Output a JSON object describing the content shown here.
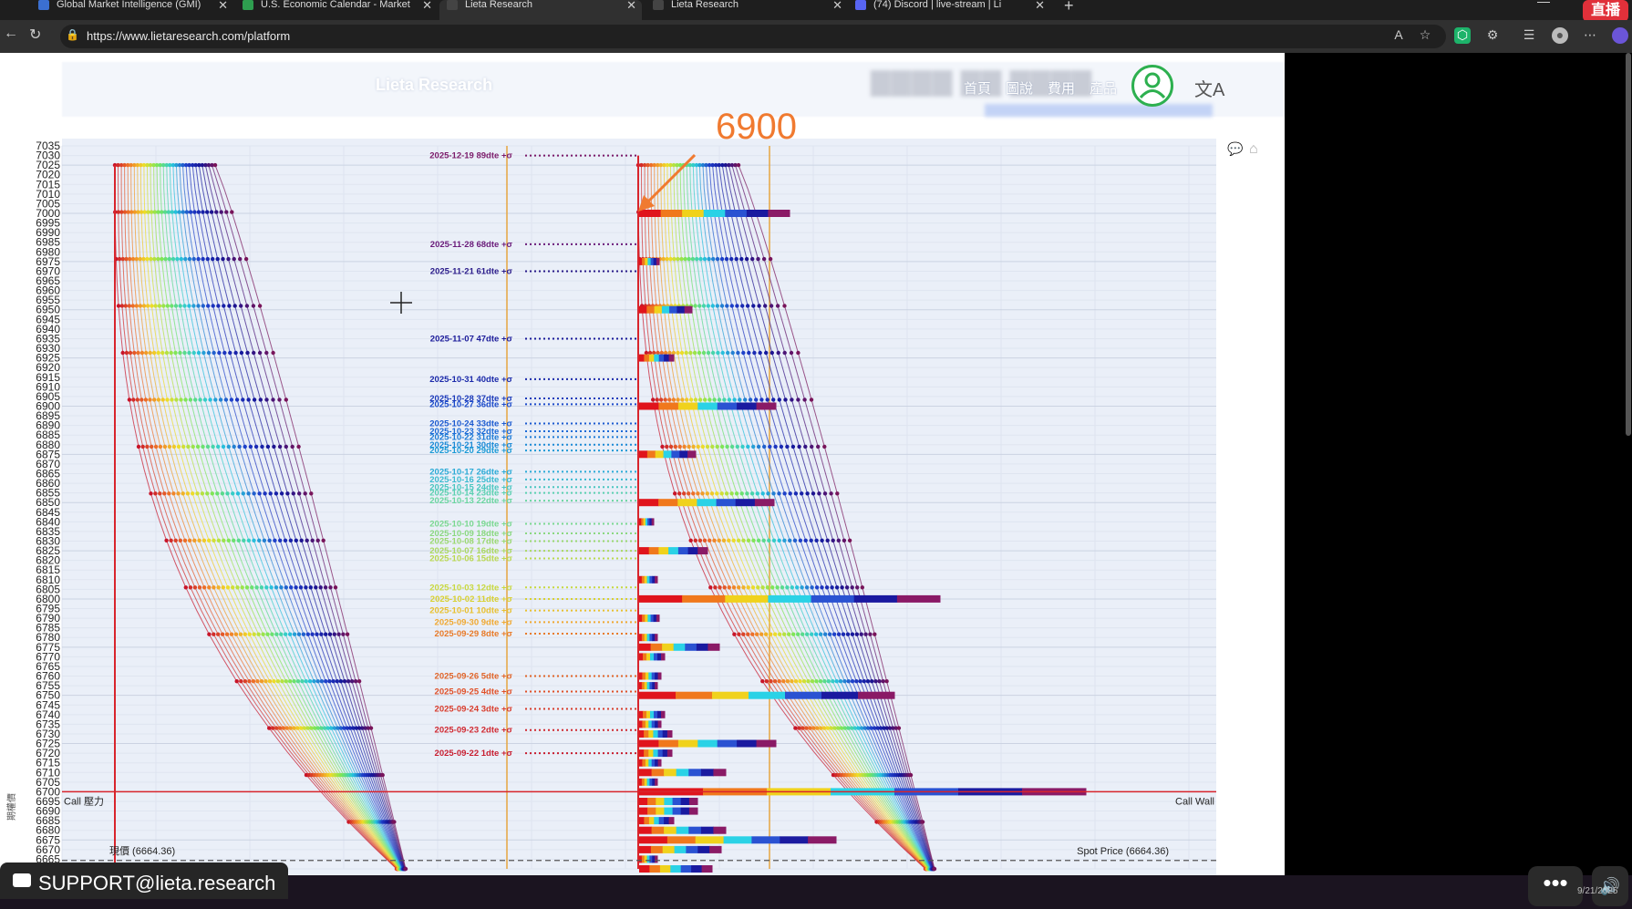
{
  "browser": {
    "tabs": [
      {
        "title": "Global Market Intelligence (GMI)",
        "active": false,
        "favicon": "#3b6fd1"
      },
      {
        "title": "U.S. Economic Calendar - Market",
        "active": false,
        "favicon": "#2e9e4f"
      },
      {
        "title": "Lieta Research",
        "active": true,
        "favicon": "#444"
      },
      {
        "title": "Lieta Research",
        "active": false,
        "favicon": "#444"
      },
      {
        "title": "(74) Discord | live-stream | Li",
        "active": false,
        "favicon": "#5865f2"
      }
    ],
    "url": "https://www.lietaresearch.com/platform",
    "live_badge": "直播"
  },
  "site": {
    "logo": "Lieta Research",
    "nav": [
      "首頁",
      "圖說",
      "費用",
      "產品"
    ],
    "translate_icon": "文A"
  },
  "chart_data": {
    "type": "line",
    "y_axis": {
      "min": 6660,
      "max": 7035,
      "step": 5
    },
    "labels": {
      "annotation_big": "6900",
      "call_wall_left": "Call 壓力",
      "call_wall_right": "Call Wall",
      "spot_left": "現價 (6664.36)",
      "spot_right": "Spot Price (6664.36)",
      "side_label": "期權價"
    },
    "call_wall": 6700,
    "spot_price": 6664.36,
    "expirations": [
      {
        "label": "2025-12-19 89dte +σ",
        "strike": 7030,
        "color": "#7b1b6a"
      },
      {
        "label": "2025-11-28 68dte +σ",
        "strike": 6984,
        "color": "#6a1b7a"
      },
      {
        "label": "2025-11-21 61dte +σ",
        "strike": 6970,
        "color": "#2a1b8a"
      },
      {
        "label": "2025-11-07 47dte +σ",
        "strike": 6935,
        "color": "#1b1b9a"
      },
      {
        "label": "2025-10-31 40dte +σ",
        "strike": 6914,
        "color": "#1b2aaa"
      },
      {
        "label": "2025-10-28 37dte +σ",
        "strike": 6904,
        "color": "#1b3aba"
      },
      {
        "label": "2025-10-27 36dte +σ",
        "strike": 6901,
        "color": "#1b4aca"
      },
      {
        "label": "2025-10-24 33dte +σ",
        "strike": 6891,
        "color": "#1b5ad0"
      },
      {
        "label": "2025-10-23 32dte +σ",
        "strike": 6887,
        "color": "#1b6ad6"
      },
      {
        "label": "2025-10-22 31dte +σ",
        "strike": 6884,
        "color": "#1b7ad6"
      },
      {
        "label": "2025-10-21 30dte +σ",
        "strike": 6880,
        "color": "#1b8ad6"
      },
      {
        "label": "2025-10-20 29dte +σ",
        "strike": 6877,
        "color": "#1b9ad6"
      },
      {
        "label": "2025-10-17 26dte +σ",
        "strike": 6866,
        "color": "#2aaad6"
      },
      {
        "label": "2025-10-16 25dte +σ",
        "strike": 6862,
        "color": "#3abad0"
      },
      {
        "label": "2025-10-15 24dte +σ",
        "strike": 6858,
        "color": "#4ac6c0"
      },
      {
        "label": "2025-10-14 23dte +σ",
        "strike": 6855,
        "color": "#5ad0b0"
      },
      {
        "label": "2025-10-13 22dte +σ",
        "strike": 6851,
        "color": "#6ad6a0"
      },
      {
        "label": "2025-10-10 19dte +σ",
        "strike": 6839,
        "color": "#7ad890"
      },
      {
        "label": "2025-10-09 18dte +σ",
        "strike": 6834,
        "color": "#8ad880"
      },
      {
        "label": "2025-10-08 17dte +σ",
        "strike": 6830,
        "color": "#9ad870"
      },
      {
        "label": "2025-10-07 16dte +σ",
        "strike": 6825,
        "color": "#aad860"
      },
      {
        "label": "2025-10-06 15dte +σ",
        "strike": 6821,
        "color": "#bad850"
      },
      {
        "label": "2025-10-03 12dte +σ",
        "strike": 6806,
        "color": "#c8d840"
      },
      {
        "label": "2025-10-02 11dte +σ",
        "strike": 6800,
        "color": "#d8d030"
      },
      {
        "label": "2025-10-01 10dte +σ",
        "strike": 6794,
        "color": "#e8c030"
      },
      {
        "label": "2025-09-30 9dte +σ",
        "strike": 6788,
        "color": "#f0a830"
      },
      {
        "label": "2025-09-29 8dte +σ",
        "strike": 6782,
        "color": "#e87a28"
      },
      {
        "label": "2025-09-26 5dte +σ",
        "strike": 6760,
        "color": "#e06428"
      },
      {
        "label": "2025-09-25 4dte +σ",
        "strike": 6752,
        "color": "#e05028"
      },
      {
        "label": "2025-09-24 3dte +σ",
        "strike": 6743,
        "color": "#d83c2c"
      },
      {
        "label": "2025-09-23 2dte +σ",
        "strike": 6732,
        "color": "#d02830"
      },
      {
        "label": "2025-09-22 1dte +σ",
        "strike": 6720,
        "color": "#c81e30"
      }
    ],
    "bars": [
      {
        "strike": 7000,
        "len": 165
      },
      {
        "strike": 6975,
        "len": 22
      },
      {
        "strike": 6950,
        "len": 58
      },
      {
        "strike": 6925,
        "len": 38
      },
      {
        "strike": 6900,
        "len": 150
      },
      {
        "strike": 6875,
        "len": 62
      },
      {
        "strike": 6850,
        "len": 148
      },
      {
        "strike": 6840,
        "len": 16
      },
      {
        "strike": 6825,
        "len": 75
      },
      {
        "strike": 6810,
        "len": 20
      },
      {
        "strike": 6800,
        "len": 330
      },
      {
        "strike": 6790,
        "len": 22
      },
      {
        "strike": 6780,
        "len": 20
      },
      {
        "strike": 6775,
        "len": 88
      },
      {
        "strike": 6770,
        "len": 28
      },
      {
        "strike": 6760,
        "len": 24
      },
      {
        "strike": 6755,
        "len": 20
      },
      {
        "strike": 6750,
        "len": 280
      },
      {
        "strike": 6740,
        "len": 28
      },
      {
        "strike": 6735,
        "len": 24
      },
      {
        "strike": 6730,
        "len": 36
      },
      {
        "strike": 6725,
        "len": 150
      },
      {
        "strike": 6720,
        "len": 36
      },
      {
        "strike": 6715,
        "len": 24
      },
      {
        "strike": 6710,
        "len": 95
      },
      {
        "strike": 6705,
        "len": 20
      },
      {
        "strike": 6700,
        "len": 490
      },
      {
        "strike": 6695,
        "len": 64
      },
      {
        "strike": 6690,
        "len": 64
      },
      {
        "strike": 6685,
        "len": 38
      },
      {
        "strike": 6680,
        "len": 95
      },
      {
        "strike": 6675,
        "len": 216
      },
      {
        "strike": 6670,
        "len": 90
      },
      {
        "strike": 6665,
        "len": 20
      },
      {
        "strike": 6660,
        "len": 80
      }
    ]
  },
  "overlay": {
    "support": "SUPPORT@lieta.research",
    "more": "•••",
    "clock": "9/21/2025"
  }
}
